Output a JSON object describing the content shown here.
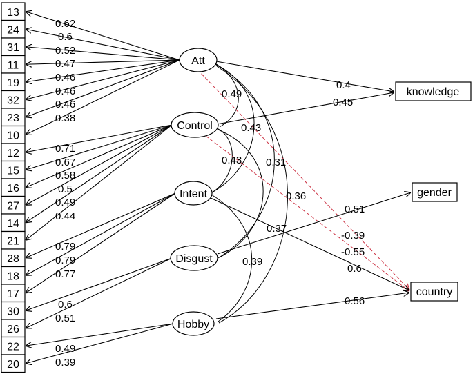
{
  "observed": {
    "indicators": [
      "13",
      "24",
      "31",
      "11",
      "19",
      "32",
      "23",
      "10",
      "12",
      "15",
      "16",
      "27",
      "14",
      "21",
      "28",
      "18",
      "17",
      "30",
      "26",
      "22",
      "20"
    ],
    "outcomes": [
      "knowledge",
      "gender",
      "country"
    ]
  },
  "latent": [
    "Att",
    "Control",
    "Intent",
    "Disgust",
    "Hobby"
  ],
  "loadings": [
    {
      "from": "Att",
      "to": "13",
      "value": "0.62"
    },
    {
      "from": "Att",
      "to": "24",
      "value": "0.6"
    },
    {
      "from": "Att",
      "to": "31",
      "value": "0.52"
    },
    {
      "from": "Att",
      "to": "11",
      "value": "0.47"
    },
    {
      "from": "Att",
      "to": "19",
      "value": "0.46"
    },
    {
      "from": "Att",
      "to": "32",
      "value": "0.46"
    },
    {
      "from": "Att",
      "to": "23",
      "value": "0.46"
    },
    {
      "from": "Att",
      "to": "10",
      "value": "0.38"
    },
    {
      "from": "Control",
      "to": "12",
      "value": "0.71"
    },
    {
      "from": "Control",
      "to": "15",
      "value": "0.67"
    },
    {
      "from": "Control",
      "to": "16",
      "value": "0.58"
    },
    {
      "from": "Control",
      "to": "27",
      "value": "0.5"
    },
    {
      "from": "Control",
      "to": "14",
      "value": "0.49"
    },
    {
      "from": "Control",
      "to": "21",
      "value": "0.44"
    },
    {
      "from": "Intent",
      "to": "28",
      "value": "0.79"
    },
    {
      "from": "Intent",
      "to": "18",
      "value": "0.79"
    },
    {
      "from": "Intent",
      "to": "17",
      "value": "0.77"
    },
    {
      "from": "Disgust",
      "to": "30",
      "value": "0.6"
    },
    {
      "from": "Disgust",
      "to": "26",
      "value": "0.51"
    },
    {
      "from": "Hobby",
      "to": "22",
      "value": "0.49"
    },
    {
      "from": "Hobby",
      "to": "20",
      "value": "0.39"
    }
  ],
  "paths": [
    {
      "from": "Att",
      "to": "knowledge",
      "value": "0.4",
      "dashed": false
    },
    {
      "from": "Control",
      "to": "knowledge",
      "value": "0.45",
      "dashed": false
    },
    {
      "from": "Disgust",
      "to": "gender",
      "value": "0.51",
      "dashed": false
    },
    {
      "from": "Intent",
      "to": "country",
      "value": "0.6",
      "dashed": false
    },
    {
      "from": "Hobby",
      "to": "country",
      "value": "0.56",
      "dashed": false
    },
    {
      "from": "Att",
      "to": "country",
      "value": "-0.39",
      "dashed": true
    },
    {
      "from": "Control",
      "to": "country",
      "value": "-0.55",
      "dashed": true
    }
  ],
  "correlations": [
    "0.49",
    "0.43",
    "0.43",
    "0.31",
    "0.36",
    "0.37",
    "0.39"
  ],
  "colors": {
    "line": "#000000",
    "negative_path": "#cc3344",
    "background": "#ffffff"
  }
}
